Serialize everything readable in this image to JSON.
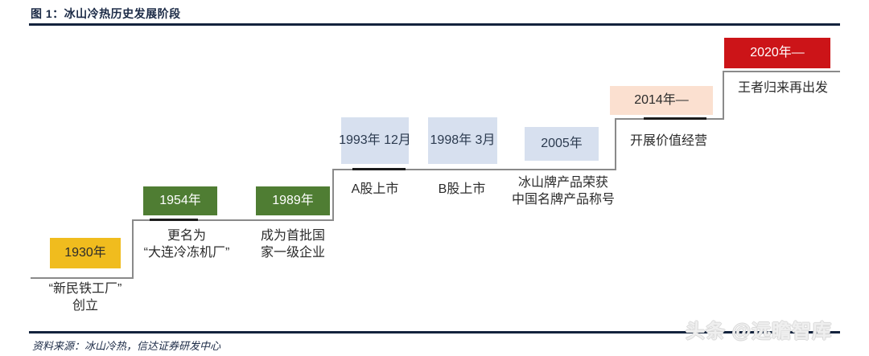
{
  "figure": {
    "title": "图 1：冰山冷热历史发展阶段",
    "source": "资料来源：冰山冷热，信达证券研发中心",
    "watermark": "头条 @远瞻智库"
  },
  "colors": {
    "rule": "#13233d",
    "step_line": "#8a8a8a",
    "tick": "#1c1c1c",
    "gold": "#f0bc1e",
    "green": "#4f7d33",
    "blue": "#d7e0ef",
    "peach": "#fbe0d0",
    "red": "#cc1418"
  },
  "chart_data": {
    "type": "diagram",
    "subtype": "staircase-timeline",
    "title": "冰山冷热历史发展阶段",
    "milestones": [
      {
        "year": "1930年",
        "caption": "“新民铁工厂”\n创立",
        "color": "gold",
        "step": 1
      },
      {
        "year": "1954年",
        "caption": "更名为\n“大连冷冻机厂”",
        "color": "green",
        "step": 2
      },
      {
        "year": "1989年",
        "caption": "成为首批国\n家一级企业",
        "color": "green",
        "step": 2
      },
      {
        "year": "1993年\n12月",
        "caption": "A股上市",
        "color": "blue",
        "step": 3
      },
      {
        "year": "1998年\n3月",
        "caption": "B股上市",
        "color": "blue",
        "step": 3
      },
      {
        "year": "2005年",
        "caption": "冰山牌产品荣获\n中国名牌产品称号",
        "color": "blue",
        "step": 3
      },
      {
        "year": "2014年—",
        "caption": "开展价值经营",
        "color": "peach",
        "step": 4
      },
      {
        "year": "2020年—",
        "caption": "王者归来再出发",
        "color": "red",
        "step": 5
      }
    ]
  },
  "milestones": {
    "m1": {
      "year": "1930年",
      "caption": "“新民铁工厂”\n创立"
    },
    "m2": {
      "year": "1954年",
      "caption": "更名为\n“大连冷冻机厂”"
    },
    "m3": {
      "year": "1989年",
      "caption": "成为首批国\n家一级企业"
    },
    "m4": {
      "year": "1993年\n12月",
      "caption": "A股上市"
    },
    "m5": {
      "year": "1998年\n3月",
      "caption": "B股上市"
    },
    "m6": {
      "year": "2005年",
      "caption": "冰山牌产品荣获\n中国名牌产品称号"
    },
    "m7": {
      "year": "2014年—",
      "caption": "开展价值经营"
    },
    "m8": {
      "year": "2020年—",
      "caption": "王者归来再出发"
    }
  }
}
